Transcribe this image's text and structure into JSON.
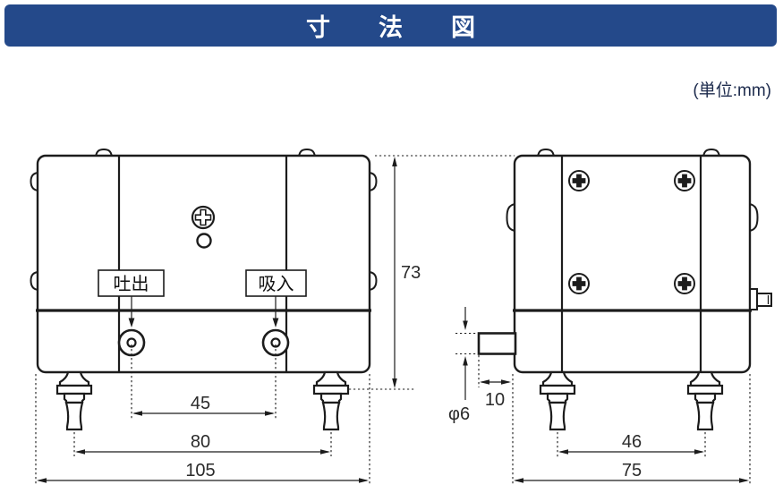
{
  "header": {
    "title": "寸　法　図",
    "bg": "#24498a",
    "fg": "#ffffff"
  },
  "unit_note": "(単位:mm)",
  "front_view": {
    "port_labels": {
      "discharge": "吐出",
      "suction": "吸入"
    },
    "dims": {
      "height": "73",
      "port_pitch": "45",
      "foot_pitch": "80",
      "overall_width": "105"
    }
  },
  "side_view": {
    "dims": {
      "port_protrusion": "10",
      "port_diameter": "φ6",
      "foot_pitch": "46",
      "overall_depth": "75"
    }
  },
  "colors": {
    "header_bg": "#24498a",
    "line": "#1c1c1c",
    "dim_text": "#2a2a2a"
  }
}
